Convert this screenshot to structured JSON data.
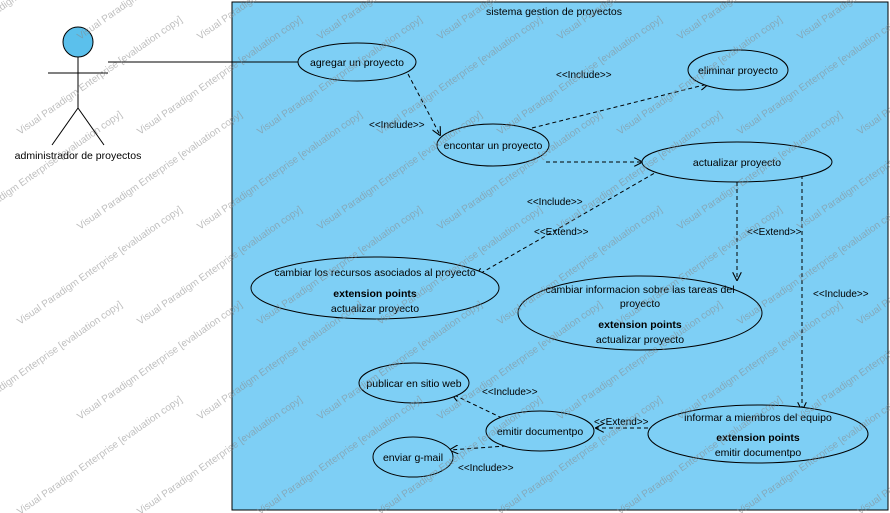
{
  "system": {
    "title": "sistema gestion de proyectos"
  },
  "actor": {
    "name": "administrador de proyectos"
  },
  "use_cases": {
    "agregar": "agregar un proyecto",
    "eliminar": "eliminar proyecto",
    "encontrar": "encontar un proyecto",
    "actualizar": "actualizar proyecto",
    "cambiar_recursos": {
      "label": "cambiar los recursos asociados al proyecto",
      "ext_title": "extension points",
      "ext_point": "actualizar proyecto"
    },
    "cambiar_info": {
      "label_line1": "cambiar informacion sobre las tareas del",
      "label_line2": "proyecto",
      "ext_title": "extension points",
      "ext_point": "actualizar proyecto"
    },
    "publicar": "publicar en sitio web",
    "emitir": "emitir documentpo",
    "enviar": "enviar g-mail",
    "informar": {
      "label": "informar a miembros del equipo",
      "ext_title": "extension points",
      "ext_point": "emitir documentpo"
    }
  },
  "relations": {
    "include_agregar_encontrar": "<<Include>>",
    "include_encontrar_eliminar": "<<Include>>",
    "include_actualizar_recursos": "<<Include>>",
    "extend_recursos_actualizar": "<<Extend>>",
    "extend_info_actualizar": "<<Extend>>",
    "include_actualizar_informar": "<<Include>>",
    "include_emitir_publicar": "<<Include>>",
    "extend_informar_emitir": "<<Extend>>",
    "include_emitir_enviar": "<<Include>>"
  },
  "watermark": "Visual Paradigm Enterprise [evaluation copy]",
  "colors": {
    "system_fill": "#7ecff5",
    "actor_head": "#5bc0ec",
    "line": "#000000"
  }
}
